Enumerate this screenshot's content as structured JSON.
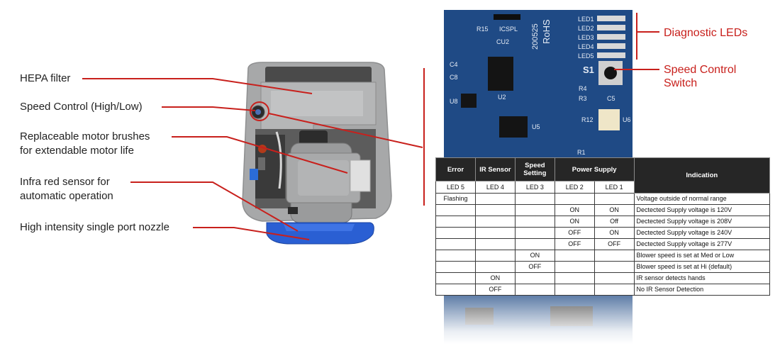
{
  "callouts": {
    "hepa": "HEPA filter",
    "speed_control": "Speed Control (High/Low)",
    "brushes_line1": "Replaceable motor brushes",
    "brushes_line2": "for extendable motor life",
    "infrared_line1": "Infra red sensor for",
    "infrared_line2": "automatic operation",
    "nozzle": "High intensity single port nozzle"
  },
  "board_labels": {
    "diagnostic_leds": "Diagnostic LEDs",
    "speed_switch_line1": "Speed Control",
    "speed_switch_line2": "Switch",
    "led1": "LED1",
    "led2": "LED2",
    "led3": "LED3",
    "led4": "LED4",
    "led5": "LED5",
    "icspl": "ICSPL",
    "r15": "R15",
    "cu2": "CU2",
    "rohs": "RoHS",
    "date": "200525",
    "s1": "S1",
    "u2": "U2",
    "u8": "U8",
    "u5": "U5",
    "c4": "C4",
    "c8": "C8",
    "r4": "R4",
    "r3": "R3",
    "c5": "C5",
    "r12": "R12",
    "u6": "U6",
    "r1": "R1"
  },
  "colors": {
    "accent_red": "#c8201c",
    "pcb_blue": "#1f4a85",
    "table_header": "#262626"
  },
  "table": {
    "headers": {
      "error": "Error",
      "ir_sensor": "IR Sensor",
      "speed_setting": "Speed Setting",
      "power_supply": "Power Supply",
      "indication": "Indication"
    },
    "subheaders": [
      "LED 5",
      "LED 4",
      "LED 3",
      "LED 2",
      "LED 1"
    ],
    "rows": [
      {
        "led5": "Flashing",
        "led4": "",
        "led3": "",
        "led2": "",
        "led1": "",
        "indication": "Voltage outside of normal range"
      },
      {
        "led5": "",
        "led4": "",
        "led3": "",
        "led2": "ON",
        "led1": "ON",
        "indication": "Dectected Supply voltage is 120V"
      },
      {
        "led5": "",
        "led4": "",
        "led3": "",
        "led2": "ON",
        "led1": "Off",
        "indication": "Dectected Supply voltage is 208V"
      },
      {
        "led5": "",
        "led4": "",
        "led3": "",
        "led2": "OFF",
        "led1": "ON",
        "indication": "Dectected Supply voltage is 240V"
      },
      {
        "led5": "",
        "led4": "",
        "led3": "",
        "led2": "OFF",
        "led1": "OFF",
        "indication": "Dectected Supply voltage is 277V"
      },
      {
        "led5": "",
        "led4": "",
        "led3": "ON",
        "led2": "",
        "led1": "",
        "indication": "Blower speed is set at Med or Low"
      },
      {
        "led5": "",
        "led4": "",
        "led3": "OFF",
        "led2": "",
        "led1": "",
        "indication": "Blower speed is set at Hi (default)"
      },
      {
        "led5": "",
        "led4": "ON",
        "led3": "",
        "led2": "",
        "led1": "",
        "indication": "IR sensor detects hands"
      },
      {
        "led5": "",
        "led4": "OFF",
        "led3": "",
        "led2": "",
        "led1": "",
        "indication": "No IR Sensor Detection"
      }
    ]
  }
}
